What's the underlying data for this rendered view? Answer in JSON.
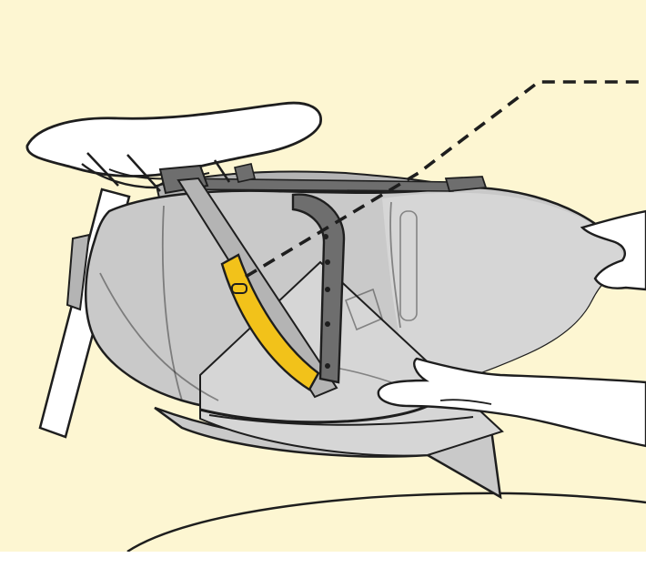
{
  "illustration": {
    "colors": {
      "background": "#fdf6d2",
      "bag_fill": "#c9c9c9",
      "bag_dark": "#b4b4b4",
      "bag_light": "#d6d6d6",
      "bracket": "#6e6e6e",
      "strap": "#f2c21a",
      "saddle": "#ffffff",
      "outline": "#1e1e1e",
      "hand": "#ffffff"
    },
    "parts": [
      "saddle",
      "seat-post",
      "saddle-bag",
      "support-bracket",
      "velcro-strap",
      "compression-buckle",
      "hands",
      "callout-line"
    ]
  }
}
